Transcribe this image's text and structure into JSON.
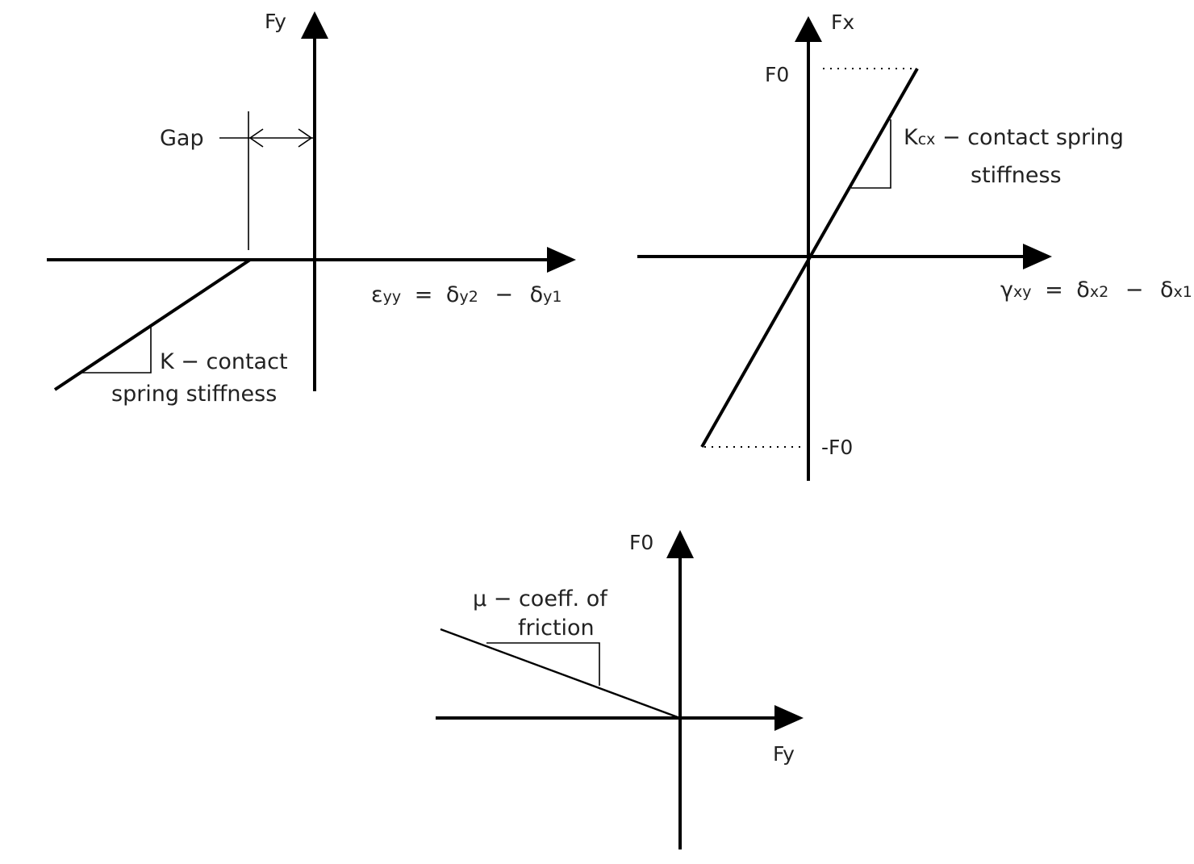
{
  "panel_normal": {
    "axis_fy": "Fy",
    "gap": "Gap",
    "strain_sym": "ε",
    "strain_sub": "yy",
    "eq": "=",
    "delta": "δ",
    "sub_y2": "y2",
    "minus": "−",
    "sub_y1": "y1",
    "stiffness_line1": "K − contact",
    "stiffness_line2": "spring stiffness"
  },
  "panel_shear": {
    "axis_fx": "Fx",
    "f0": "F0",
    "neg_f0": "-F0",
    "k_main": "K",
    "k_sub": "cx",
    "stiffness_line1": " − contact spring",
    "stiffness_line2": "stiffness",
    "shear_sym": "γ",
    "shear_sub": "xy",
    "eq": "=",
    "delta": "δ",
    "sub_x2": "x2",
    "minus": "−",
    "sub_x1": "x1"
  },
  "panel_friction": {
    "axis_f0": "F0",
    "axis_fy": "Fy",
    "mu_line1": "μ − coeff. of",
    "mu_line2": "friction"
  }
}
